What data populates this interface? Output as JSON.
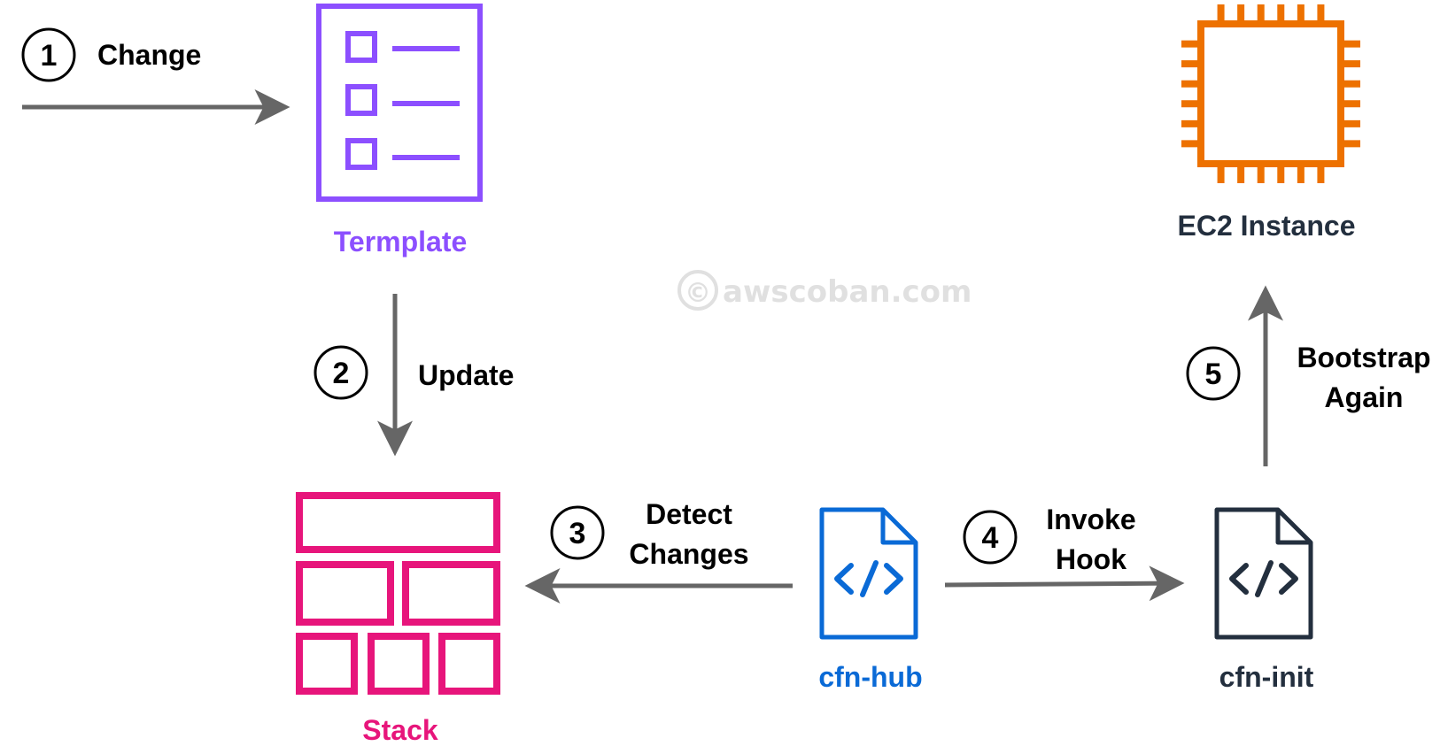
{
  "diagram": {
    "watermark": "awscoban.com",
    "watermark_symbol": "©",
    "nodes": {
      "template": {
        "label": "Termplate",
        "icon": "template-list-icon",
        "color": "#8C4FFF"
      },
      "stack": {
        "label": "Stack",
        "icon": "stack-grid-icon",
        "color": "#E7157B"
      },
      "cfn_hub": {
        "label": "cfn-hub",
        "icon": "code-file-icon",
        "color": "#0A6AD6"
      },
      "cfn_init": {
        "label": "cfn-init",
        "icon": "code-file-icon",
        "color": "#232F3E"
      },
      "ec2": {
        "label": "EC2 Instance",
        "icon": "chip-icon",
        "color": "#ED7100"
      }
    },
    "steps": [
      {
        "num": "1",
        "label": "Change"
      },
      {
        "num": "2",
        "label": "Update"
      },
      {
        "num": "3",
        "label_line1": "Detect",
        "label_line2": "Changes"
      },
      {
        "num": "4",
        "label_line1": "Invoke",
        "label_line2": "Hook"
      },
      {
        "num": "5",
        "label_line1": "Bootstrap",
        "label_line2": "Again"
      }
    ],
    "arrow_color": "#666666"
  }
}
